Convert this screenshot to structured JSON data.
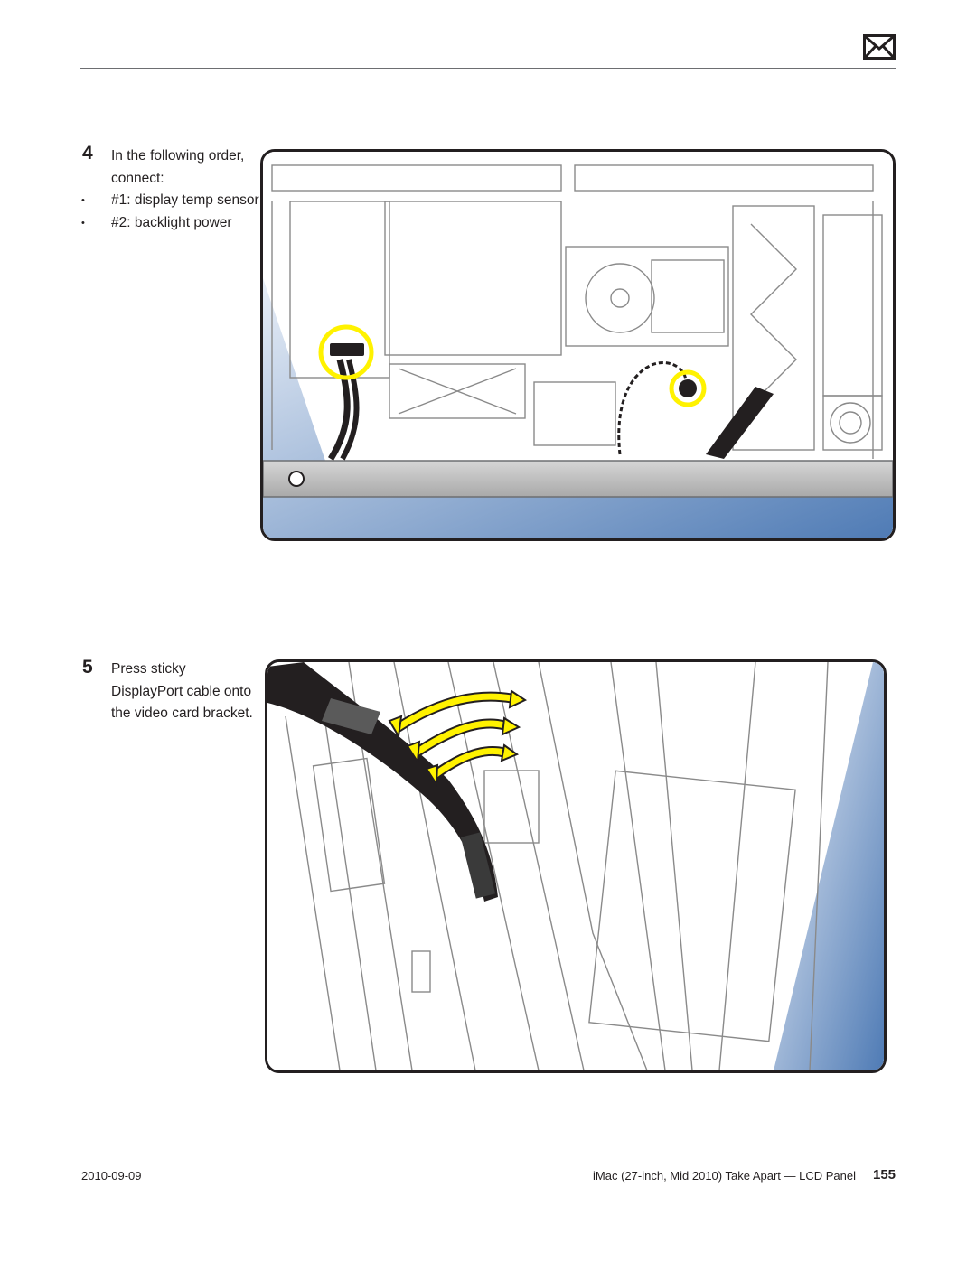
{
  "header": {
    "mail_icon": "envelope-icon"
  },
  "steps": [
    {
      "number": "4",
      "intro": "In the following order, connect:",
      "bullets": [
        "#1: display temp sensor",
        "#2: backlight power"
      ]
    },
    {
      "number": "5",
      "intro": "Press sticky DisplayPort cable onto the video card bracket.",
      "bullets": []
    }
  ],
  "figures": {
    "step4": {
      "highlight_color": "#fff200",
      "accent_color": "#4f7bb5"
    },
    "step5": {
      "arrow_color": "#fff200",
      "accent_color": "#4f7bb5"
    }
  },
  "footer": {
    "date": "2010-09-09",
    "title": "iMac (27-inch, Mid 2010) Take Apart — LCD Panel",
    "page": "155"
  }
}
